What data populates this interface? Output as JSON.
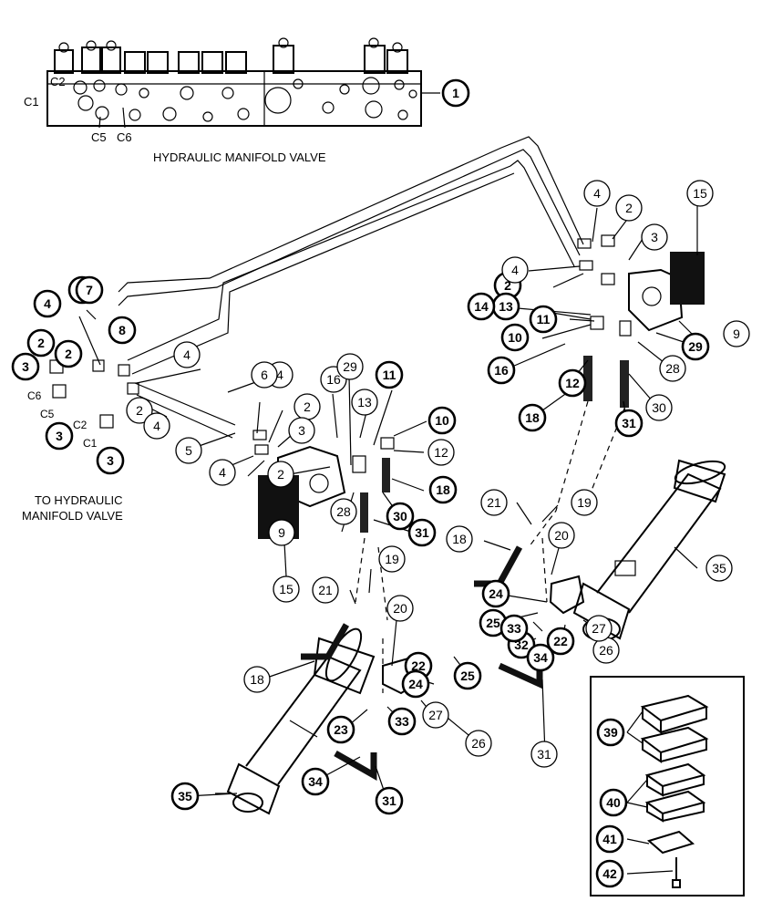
{
  "diagram": {
    "title": "HYDRAULIC MANIFOLD VALVE",
    "note_line1": "TO HYDRAULIC",
    "note_line2": "MANIFOLD VALVE",
    "port_labels": [
      "C2",
      "C1",
      "C5",
      "C6"
    ],
    "left_port_labels": [
      "C6",
      "C5",
      "C2",
      "C1"
    ],
    "callouts": [
      {
        "n": "1",
        "style": "bold"
      },
      {
        "n": "2",
        "style": "bold"
      },
      {
        "n": "2",
        "style": "bold"
      },
      {
        "n": "2",
        "style": "bold"
      },
      {
        "n": "2",
        "style": "bold"
      },
      {
        "n": "2",
        "style": "thin"
      },
      {
        "n": "2",
        "style": "thin"
      },
      {
        "n": "2",
        "style": "thin"
      },
      {
        "n": "2",
        "style": "thin"
      },
      {
        "n": "3",
        "style": "bold"
      },
      {
        "n": "3",
        "style": "bold"
      },
      {
        "n": "3",
        "style": "bold"
      },
      {
        "n": "3",
        "style": "thin"
      },
      {
        "n": "3",
        "style": "thin"
      },
      {
        "n": "4",
        "style": "bold"
      },
      {
        "n": "4",
        "style": "thin"
      },
      {
        "n": "4",
        "style": "thin"
      },
      {
        "n": "4",
        "style": "thin"
      },
      {
        "n": "4",
        "style": "thin"
      },
      {
        "n": "4",
        "style": "thin"
      },
      {
        "n": "4",
        "style": "thin"
      },
      {
        "n": "5",
        "style": "thin"
      },
      {
        "n": "6",
        "style": "thin"
      },
      {
        "n": "7",
        "style": "bold"
      },
      {
        "n": "8",
        "style": "bold"
      },
      {
        "n": "9",
        "style": "thin"
      },
      {
        "n": "9",
        "style": "thin"
      },
      {
        "n": "10",
        "style": "bold"
      },
      {
        "n": "10",
        "style": "bold"
      },
      {
        "n": "11",
        "style": "bold"
      },
      {
        "n": "11",
        "style": "bold"
      },
      {
        "n": "12",
        "style": "thin"
      },
      {
        "n": "12",
        "style": "bold"
      },
      {
        "n": "13",
        "style": "thin"
      },
      {
        "n": "13",
        "style": "bold"
      },
      {
        "n": "14",
        "style": "bold"
      },
      {
        "n": "15",
        "style": "thin"
      },
      {
        "n": "15",
        "style": "thin"
      },
      {
        "n": "16",
        "style": "thin"
      },
      {
        "n": "16",
        "style": "bold"
      },
      {
        "n": "18",
        "style": "bold"
      },
      {
        "n": "18",
        "style": "bold"
      },
      {
        "n": "18",
        "style": "thin"
      },
      {
        "n": "18",
        "style": "thin"
      },
      {
        "n": "19",
        "style": "thin"
      },
      {
        "n": "19",
        "style": "thin"
      },
      {
        "n": "20",
        "style": "thin"
      },
      {
        "n": "20",
        "style": "thin"
      },
      {
        "n": "21",
        "style": "thin"
      },
      {
        "n": "21",
        "style": "thin"
      },
      {
        "n": "22",
        "style": "bold"
      },
      {
        "n": "22",
        "style": "bold"
      },
      {
        "n": "23",
        "style": "bold"
      },
      {
        "n": "24",
        "style": "bold"
      },
      {
        "n": "24",
        "style": "bold"
      },
      {
        "n": "25",
        "style": "bold"
      },
      {
        "n": "25",
        "style": "bold"
      },
      {
        "n": "26",
        "style": "thin"
      },
      {
        "n": "26",
        "style": "thin"
      },
      {
        "n": "27",
        "style": "thin"
      },
      {
        "n": "27",
        "style": "thin"
      },
      {
        "n": "28",
        "style": "thin"
      },
      {
        "n": "28",
        "style": "thin"
      },
      {
        "n": "29",
        "style": "thin"
      },
      {
        "n": "29",
        "style": "bold"
      },
      {
        "n": "30",
        "style": "bold"
      },
      {
        "n": "30",
        "style": "thin"
      },
      {
        "n": "31",
        "style": "bold"
      },
      {
        "n": "31",
        "style": "bold"
      },
      {
        "n": "31",
        "style": "bold"
      },
      {
        "n": "31",
        "style": "thin"
      },
      {
        "n": "32",
        "style": "bold"
      },
      {
        "n": "33",
        "style": "bold"
      },
      {
        "n": "33",
        "style": "bold"
      },
      {
        "n": "34",
        "style": "bold"
      },
      {
        "n": "34",
        "style": "bold"
      },
      {
        "n": "35",
        "style": "bold"
      },
      {
        "n": "35",
        "style": "thin"
      },
      {
        "n": "39",
        "style": "bold"
      },
      {
        "n": "40",
        "style": "bold"
      },
      {
        "n": "41",
        "style": "bold"
      },
      {
        "n": "42",
        "style": "bold"
      }
    ]
  }
}
